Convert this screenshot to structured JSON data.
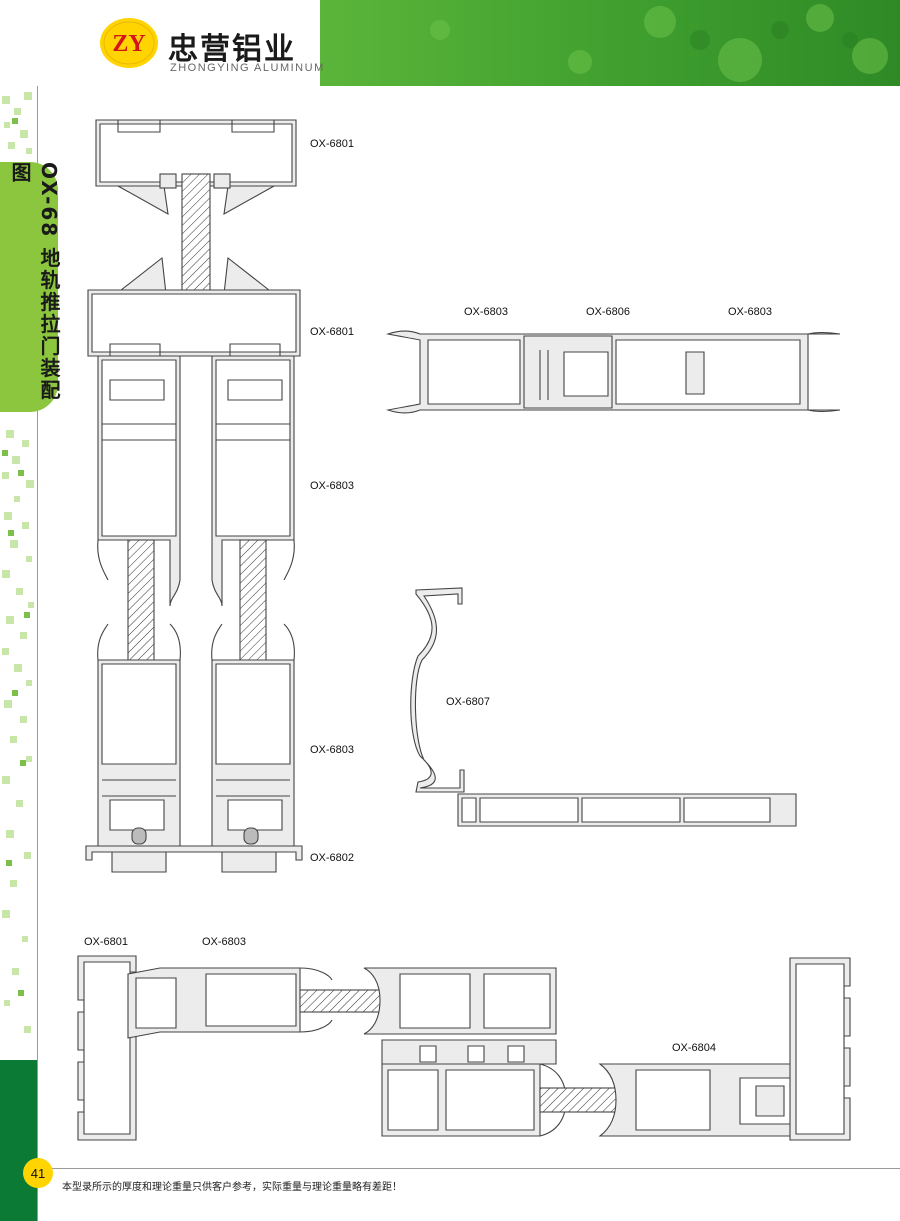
{
  "header": {
    "logo_text": "ZY",
    "brand_cn": "忠营铝业",
    "brand_en": "ZHONGYING ALUMINUM"
  },
  "side_tab": {
    "title": "OX-68 地轨推拉门装配图"
  },
  "labels": {
    "v_top": "OX-6801",
    "v_second": "OX-6801",
    "v_upper_sash": "OX-6803",
    "v_lower_sash": "OX-6803",
    "v_bottom": "OX-6802",
    "h_left": "OX-6803",
    "h_mid": "OX-6806",
    "h_right": "OX-6803",
    "handle": "OX-6807",
    "plan_frame": "OX-6801",
    "plan_sash": "OX-6803",
    "plan_right": "OX-6804"
  },
  "footer": {
    "page_number": "41",
    "note": "本型录所示的厚度和理论重量只供客户参考，实际重量与理论重量略有差距！"
  },
  "colors": {
    "green_dark": "#0a7a34",
    "green_tab": "#8cc63f",
    "logo_yellow": "#ffd400",
    "profile_fill": "#ececec"
  }
}
